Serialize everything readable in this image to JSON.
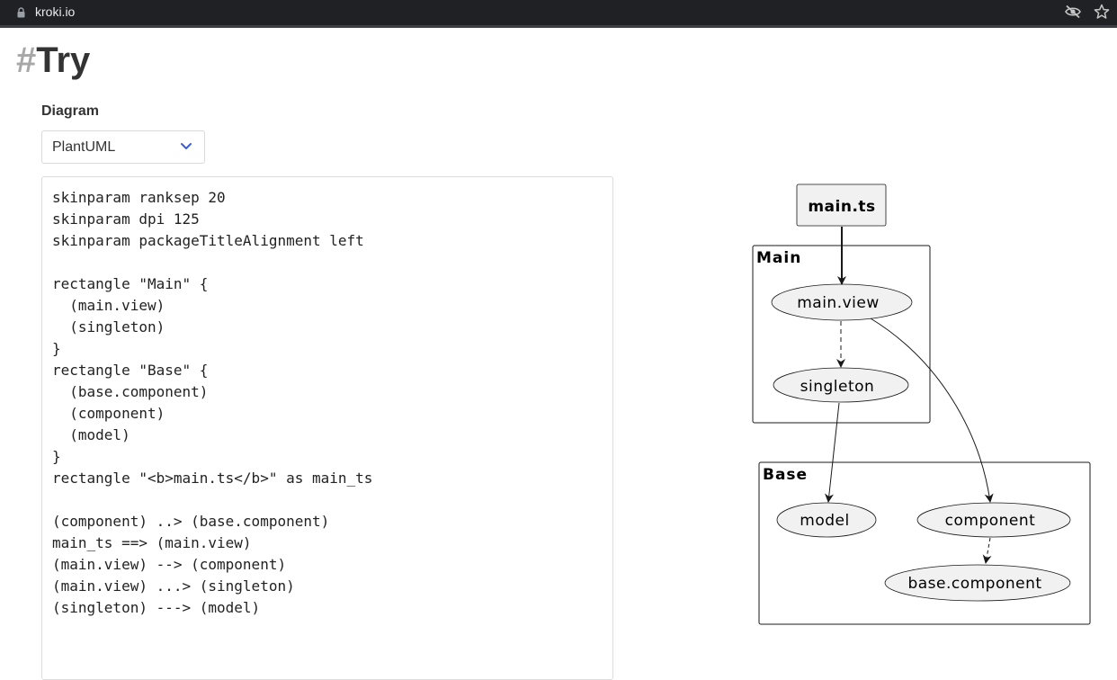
{
  "browser": {
    "url": "kroki.io",
    "icons": [
      "lock-icon",
      "eye-off-icon",
      "star-icon"
    ]
  },
  "page": {
    "heading_hash": "#",
    "heading_text": "Try"
  },
  "diagram_form": {
    "label": "Diagram",
    "select_value": "PlantUML"
  },
  "editor": {
    "lines": [
      "skinparam ranksep 20",
      "skinparam dpi 125",
      "skinparam packageTitleAlignment left",
      "",
      "rectangle \"Main\" {",
      "  (main.view)",
      "  (singleton)",
      "}",
      "rectangle \"Base\" {",
      "  (base.component)",
      "  (component)",
      "  (model)",
      "}",
      "rectangle \"<b>main.ts</b>\" as main_ts",
      "",
      "(component) ..> (base.component)",
      "main_ts ==> (main.view)",
      "(main.view) --> (component)",
      "(main.view) ...> (singleton)",
      "(singleton) ---> (model)"
    ]
  },
  "preview": {
    "main_ts": "main.ts",
    "group_main": "Main",
    "group_base": "Base",
    "node_main_view": "main.view",
    "node_singleton": "singleton",
    "node_model": "model",
    "node_component": "component",
    "node_base_component": "base.component"
  },
  "colors": {
    "topbar": "#202124",
    "node_fill": "#f1f1f1",
    "chevron": "#3b5bdb"
  }
}
